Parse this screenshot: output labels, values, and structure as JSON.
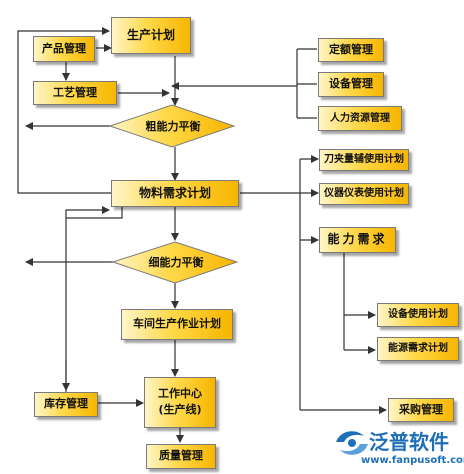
{
  "nodes": {
    "production_plan": "生产计划",
    "product_mgmt": "产品管理",
    "process_mgmt": "工艺管理",
    "quota_mgmt": "定额管理",
    "equipment_mgmt": "设备管理",
    "hr_mgmt": "人力资源管理",
    "coarse_capacity": "粗能力平衡",
    "mrp": "物料需求计划",
    "tool_plan": "刀夹量辅使用计划",
    "instrument_plan": "仪器仪表使用计划",
    "capacity_demand": "能力需求",
    "fine_capacity": "细能力平衡",
    "equipment_use_plan": "设备使用计划",
    "energy_demand_plan": "能源需求计划",
    "workshop_plan": "车间生产作业计划",
    "inventory_mgmt": "库存管理",
    "work_center_line1": "工作中心",
    "work_center_line2": "(生产线)",
    "purchase_mgmt": "采购管理",
    "quality_mgmt": "质量管理"
  },
  "logo": {
    "brand": "泛普软件",
    "url": "www.fanpusoft.com"
  },
  "colors": {
    "box_gradient_start": "#fff5c8",
    "box_gradient_end": "#f7b500",
    "line": "#333333",
    "logo_blue": "#1f6fb8"
  }
}
